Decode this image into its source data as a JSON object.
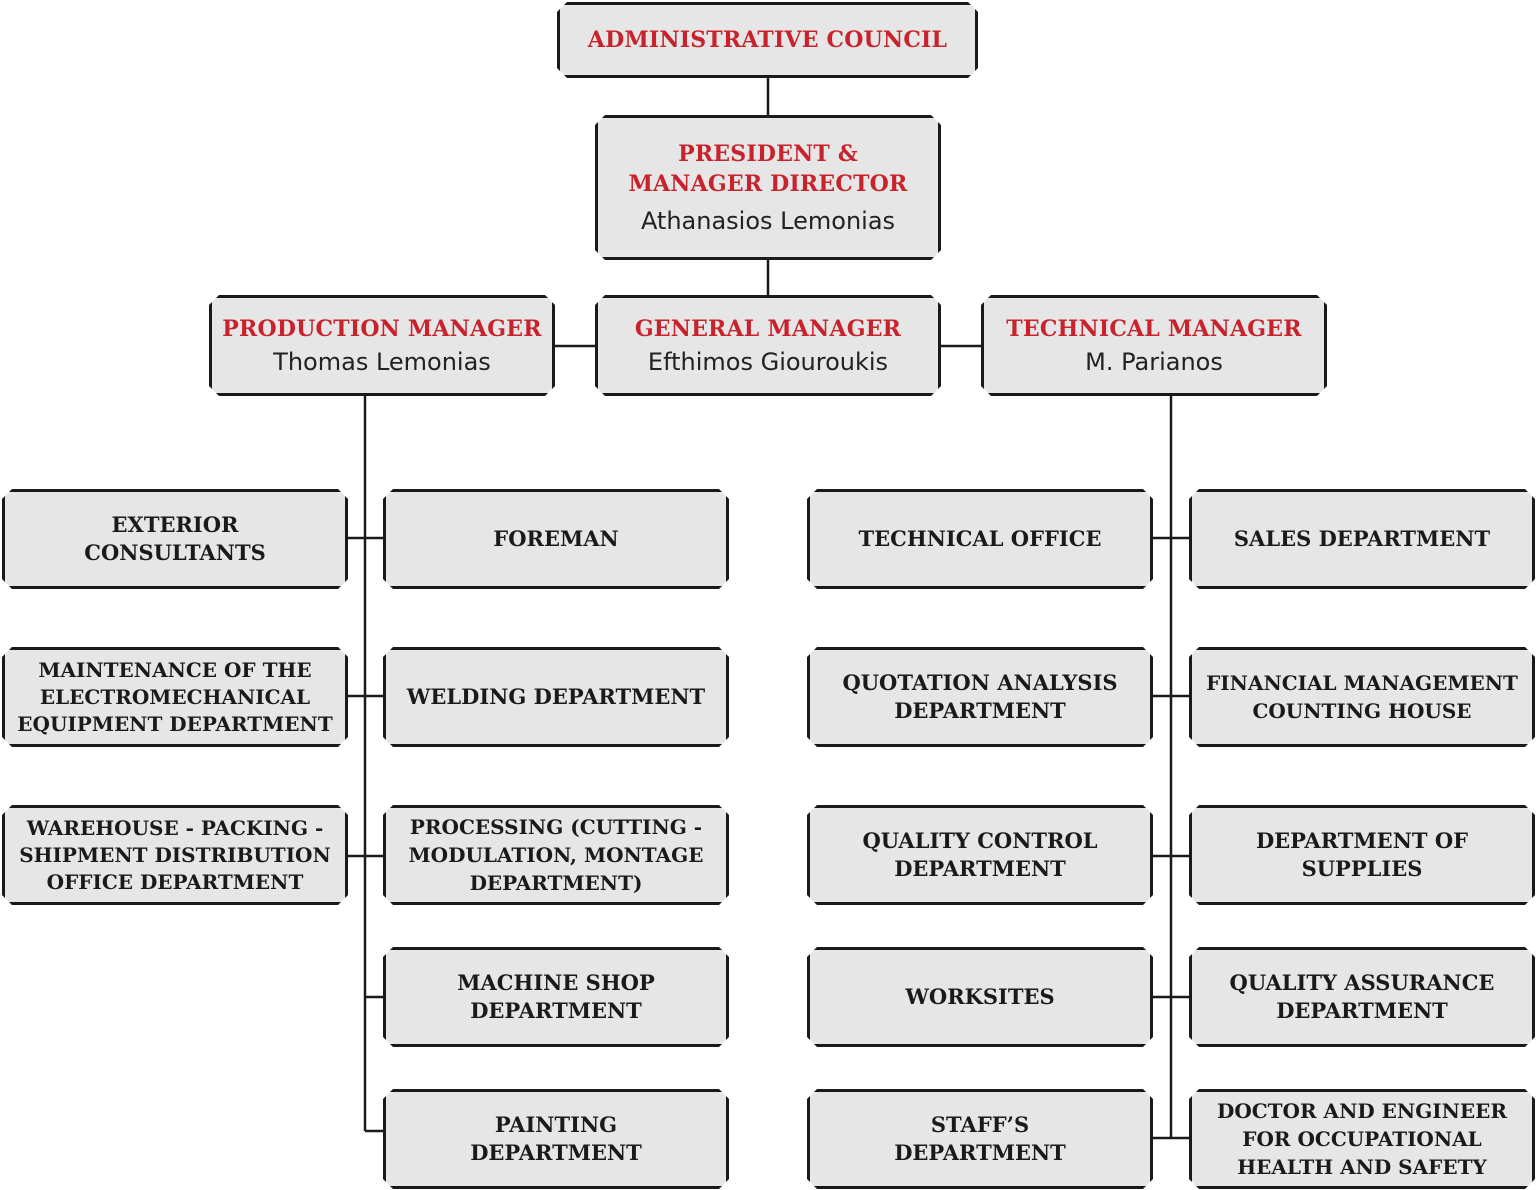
{
  "colors": {
    "accent": "#c8232c",
    "box_fill": "#e6e6e6",
    "border": "#1a1a1a"
  },
  "top": {
    "council": {
      "title": "ADMINISTRATIVE COUNCIL"
    },
    "president": {
      "title": "PRESIDENT & MANAGER DIRECTOR",
      "name": "Athanasios Lemonias"
    }
  },
  "managers": {
    "production": {
      "title": "PRODUCTION MANAGER",
      "name": "Thomas Lemonias"
    },
    "general": {
      "title": "GENERAL MANAGER",
      "name": "Efthimos Giouroukis"
    },
    "technical": {
      "title": "TECHNICAL MANAGER",
      "name": "M. Parianos"
    }
  },
  "production_left": [
    "EXTERIOR CONSULTANTS",
    "MAINTENANCE OF THE ELECTROMECHANICAL EQUIPMENT DEPARTMENT",
    "WAREHOUSE - PACKING - SHIPMENT DISTRIBUTION OFFICE DEPARTMENT"
  ],
  "production_right": [
    "FOREMAN",
    "WELDING DEPARTMENT",
    "PROCESSING (CUTTING - MODULATION, MONTAGE DEPARTMENT)",
    "MACHINE SHOP DEPARTMENT",
    "PAINTING DEPARTMENT"
  ],
  "technical_left": [
    "TECHNICAL OFFICE",
    "QUOTATION ANALYSIS DEPARTMENT",
    "QUALITY CONTROL DEPARTMENT",
    "WORKSITES",
    "STAFF’S DEPARTMENT"
  ],
  "technical_right": [
    "SALES DEPARTMENT",
    "FINANCIAL MANAGEMENT COUNTING HOUSE",
    "DEPARTMENT OF SUPPLIES",
    "QUALITY ASSURANCE DEPARTMENT",
    "DOCTOR AND ENGINEER FOR OCCUPATIONAL HEALTH AND SAFETY"
  ]
}
